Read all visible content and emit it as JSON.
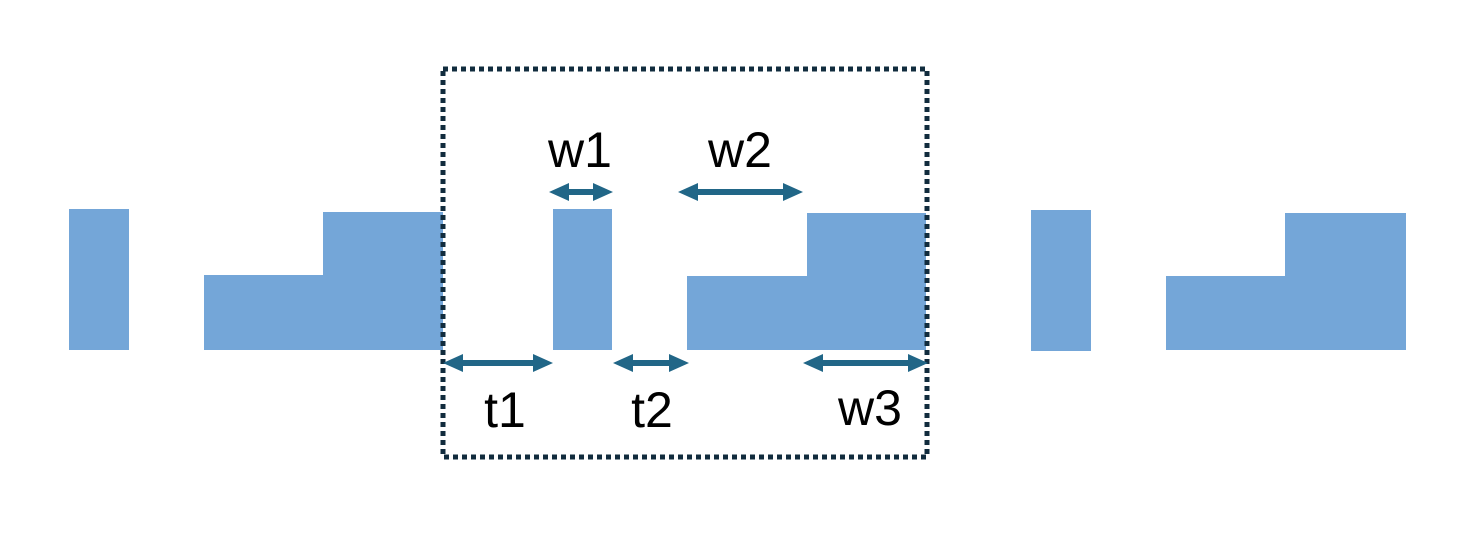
{
  "diagram": {
    "type": "periodic-grating-unit-cell-schematic",
    "dimensions": {
      "w1": {
        "label": "w1"
      },
      "w2": {
        "label": "w2"
      },
      "w3": {
        "label": "w3"
      },
      "t1": {
        "label": "t1"
      },
      "t2": {
        "label": "t2"
      }
    }
  },
  "colors": {
    "background": "#FFFFFF",
    "shape_fill": "#74A6D8",
    "arrow": "#216687",
    "outline": "#112C3E",
    "label_text": "#000000"
  }
}
